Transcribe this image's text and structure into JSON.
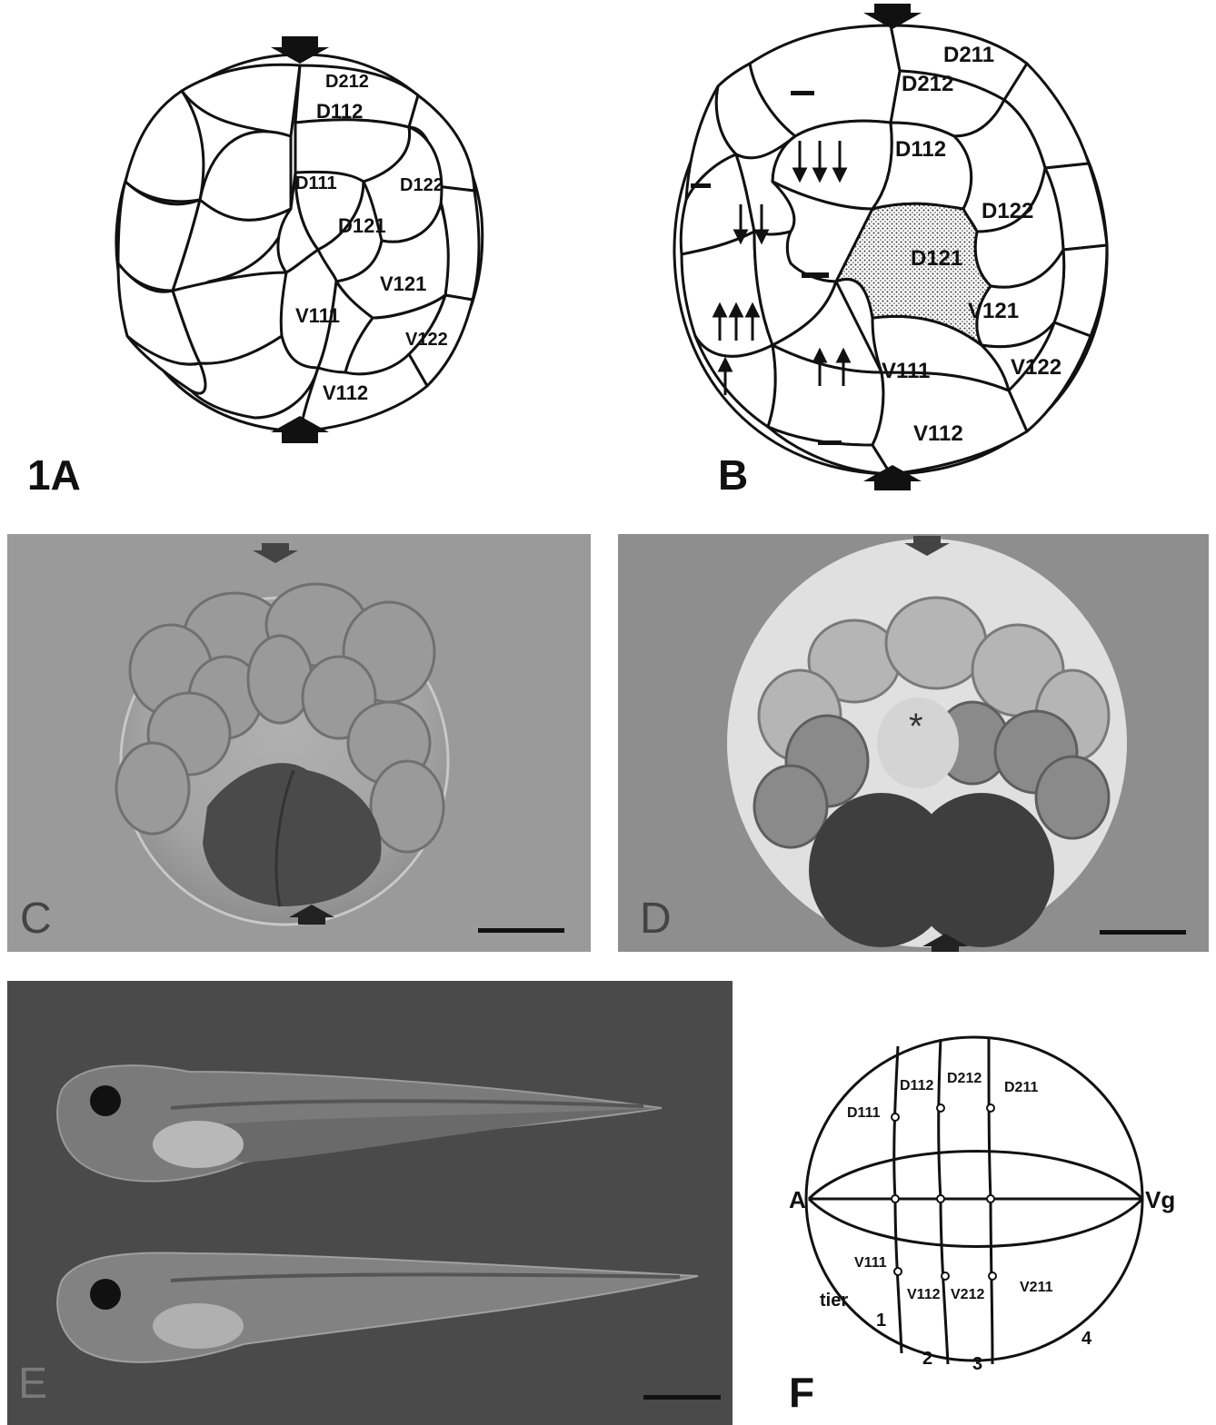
{
  "panels": {
    "A": {
      "label": "1A",
      "cells": [
        "D212",
        "D112",
        "D111",
        "D122",
        "D121",
        "V121",
        "V111",
        "V122",
        "V112"
      ]
    },
    "B": {
      "label": "B",
      "cells": [
        "D211",
        "D212",
        "D112",
        "D122",
        "D121",
        "V121",
        "V111",
        "V122",
        "V112"
      ]
    },
    "C": {
      "label": "C"
    },
    "D": {
      "label": "D",
      "marker": "*"
    },
    "E": {
      "label": "E"
    },
    "F": {
      "label": "F",
      "cells_top": [
        "D111",
        "D112",
        "D212",
        "D211"
      ],
      "cells_bottom": [
        "V111",
        "V112",
        "V212",
        "V211"
      ],
      "pole_left": "A",
      "pole_right": "Vg",
      "tier_word": "tier",
      "tier_numbers": [
        "1",
        "2",
        "3",
        "4"
      ]
    }
  },
  "colors": {
    "photo_bg": "#9a9a9a",
    "dark_bg": "#4a4a4a",
    "ink": "#111111"
  }
}
